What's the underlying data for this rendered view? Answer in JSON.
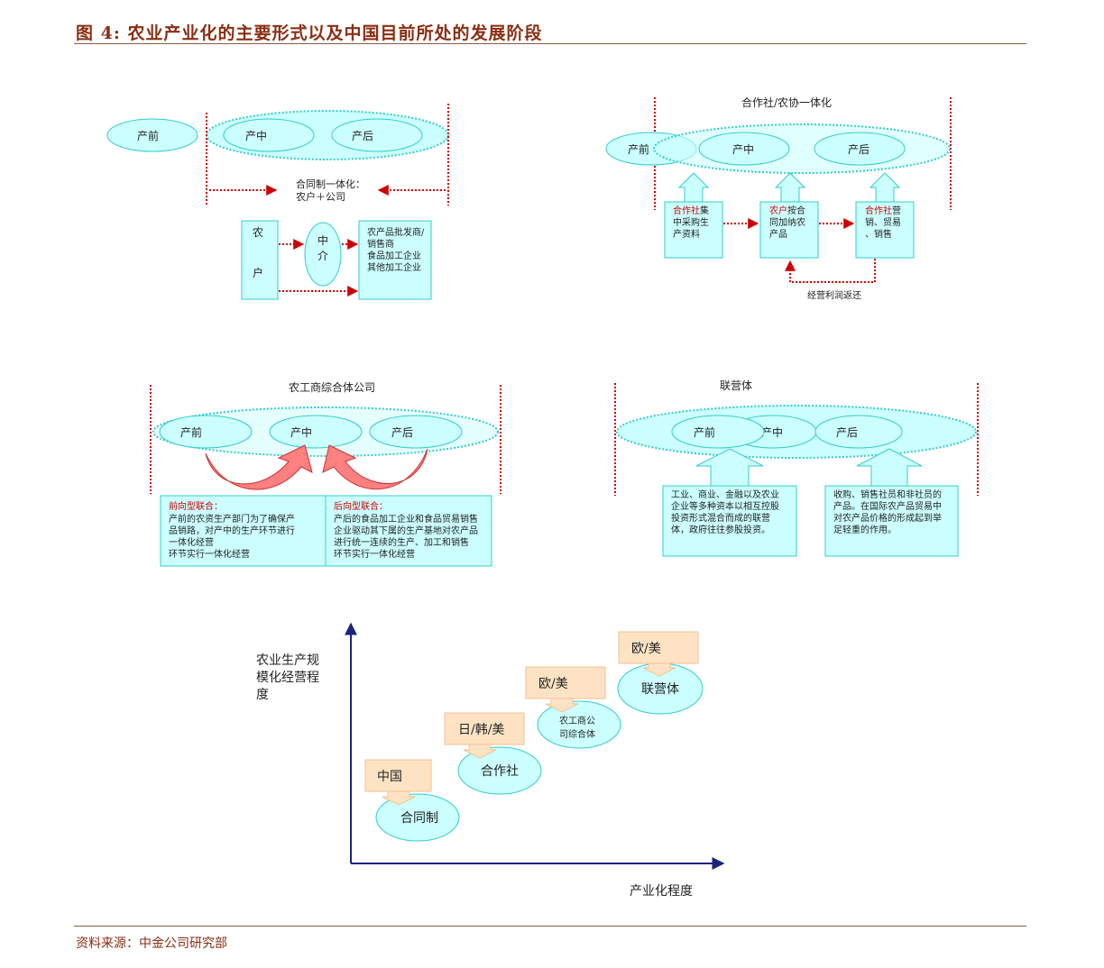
{
  "header": {
    "title": "图 4:  农业产业化的主要形式以及中国目前所处的发展阶段"
  },
  "footer": {
    "source": "资料来源：中金公司研究部"
  },
  "panel_contract": {
    "pre": "产前",
    "mid": "产中",
    "post": "产后",
    "caption_line1": "合同制一体化：",
    "caption_line2": "农户＋公司",
    "farmer_char1": "农",
    "farmer_char2": "户",
    "agent_char1": "中",
    "agent_char2": "介",
    "buyers": [
      "农产品批发商/",
      "销售商",
      "食品加工企业",
      "其他加工企业"
    ]
  },
  "panel_coop": {
    "title": "合作社/农协一体化",
    "pre": "产前",
    "mid": "产中",
    "post": "产后",
    "box1_red": "合作社",
    "box1_lines": [
      "集",
      "中采购生",
      "产资料"
    ],
    "box2_red": "农户",
    "box2_lines": [
      "按合",
      "同加纳农",
      "产品"
    ],
    "box3_red": "合作社",
    "box3_lines": [
      "营",
      "销、贸易",
      "、销售"
    ],
    "return_label": "经营利润返还"
  },
  "panel_complex": {
    "title": "农工商综合体公司",
    "pre": "产前",
    "mid": "产中",
    "post": "产后",
    "forward_title": "前向型联合：",
    "forward_lines": [
      "产前的农资生产部门为了确保产",
      "品销路，对产中的生产环节进行",
      "一体化经营",
      "环节实行一体化经营"
    ],
    "backward_title": "后向型联合：",
    "backward_lines": [
      "产后的食品加工企业和食品贸易销售",
      "企业驱动其下属的生产基地对农产品",
      "进行统一连续的生产、加工和销售",
      "环节实行一体化经营"
    ]
  },
  "panel_joint": {
    "title": "联营体",
    "pre": "产前",
    "mid": "产中",
    "post": "产后",
    "left_lines": [
      "工业、商业、金融以及农业",
      "企业等多种资本以相互控股",
      "投资形式混合而成的联营",
      "体，政府往往参股投资。"
    ],
    "right_lines": [
      "收购、销售社员和非社员的",
      "产品。在国际农产品贸易中",
      "对农产品价格的形成起到举",
      "足轻重的作用。"
    ]
  },
  "stage_chart": {
    "ylabel_lines": [
      "农业生产规",
      "模化经营程",
      "度"
    ],
    "xlabel": "产业化程度",
    "stages": [
      {
        "country": "中国",
        "form": "合同制"
      },
      {
        "country": "日/韩/美",
        "form": "合作社"
      },
      {
        "country": "欧/美",
        "form_lines": [
          "农工商公",
          "司综合体"
        ]
      },
      {
        "country": "欧/美",
        "form": "联营体"
      }
    ]
  },
  "colors": {
    "cyan_fill": "#ccffff",
    "cyan_stroke": "#33cccc",
    "red_dash": "#cc0000",
    "orange_box": "#fde3c4",
    "title_color": "#8a2e12"
  }
}
